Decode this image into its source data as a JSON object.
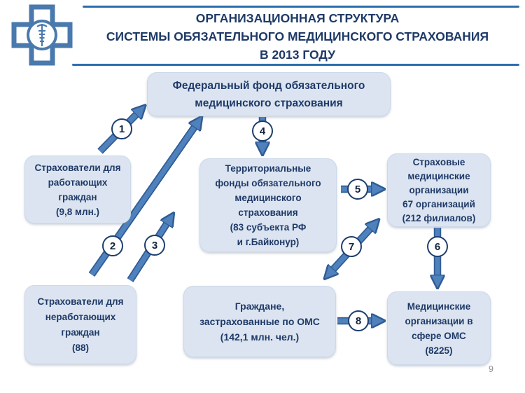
{
  "slide": {
    "page_number": "9",
    "title": {
      "line1": "ОРГАНИЗАЦИОННАЯ СТРУКТУРА",
      "line2": "СИСТЕМЫ ОБЯЗАТЕЛЬНОГО МЕДИЦИНСКОГО СТРАХОВАНИЯ",
      "line3": "В 2013 ГОДУ"
    },
    "logo_icon": "medical-cross-caduceus"
  },
  "nodes": {
    "federal_fund": {
      "text": "Федеральный фонд обязательного\nмедицинского страхования"
    },
    "insurers_working": {
      "text": "Страхователи для\nработающих\nграждан\n(9,8 млн.)"
    },
    "insurers_nonworking": {
      "text": "Страхователи для\nнеработающих\nграждан\n(88)"
    },
    "territorial_funds": {
      "text": "Территориальные\nфонды обязательного\nмедицинского\nстрахования\n(83 субъекта РФ\nи г.Байконур)"
    },
    "insurance_orgs": {
      "text": "Страховые\nмедицинские\nорганизации\n67 организаций\n(212 филиалов)"
    },
    "citizens": {
      "text": "Граждане,\nзастрахованные по ОМС\n(142,1 млн. чел.)"
    },
    "medical_orgs": {
      "text": "Медицинские\nорганизации в\nсфере ОМС\n(8225)"
    }
  },
  "flows": [
    {
      "label": "1",
      "from": "insurers_working",
      "to": "federal_fund",
      "bidirectional": false
    },
    {
      "label": "2",
      "from": "insurers_nonworking",
      "to": "federal_fund",
      "bidirectional": false
    },
    {
      "label": "3",
      "from": "insurers_nonworking",
      "to": "territorial_funds",
      "bidirectional": false
    },
    {
      "label": "4",
      "from": "federal_fund",
      "to": "territorial_funds",
      "bidirectional": false
    },
    {
      "label": "5",
      "from": "territorial_funds",
      "to": "insurance_orgs",
      "bidirectional": false
    },
    {
      "label": "6",
      "from": "insurance_orgs",
      "to": "medical_orgs",
      "bidirectional": false
    },
    {
      "label": "7",
      "from": "insurance_orgs",
      "to": "citizens",
      "bidirectional": true
    },
    {
      "label": "8",
      "from": "citizens",
      "to": "medical_orgs",
      "bidirectional": false
    }
  ],
  "colors": {
    "node_fill": "#dbe4f0",
    "node_text": "#1f3a68",
    "arrow_fill": "#4f81bd",
    "arrow_outline": "#305c94",
    "title_text": "#1f3a68",
    "rule_line": "#2a6fae",
    "marker_border": "#1d3e6e",
    "page_number_gray": "#909090"
  }
}
